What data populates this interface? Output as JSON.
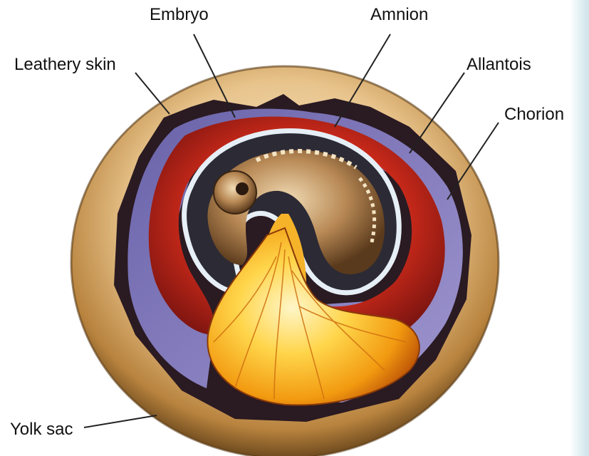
{
  "labels": {
    "embryo": "Embryo",
    "amnion": "Amnion",
    "leathery_skin": "Leathery skin",
    "allantois": "Allantois",
    "chorion": "Chorion",
    "yolk_sac": "Yolk sac"
  },
  "colors": {
    "shell": "#c99a5c",
    "shell_light": "#f6e6c8",
    "cavity": "#2a1a22",
    "chorion": "#8f86c4",
    "allantois": "#c4281c",
    "amnion_membrane": "#dce6f0",
    "embryo": "#9b7244",
    "yolk": "#f7b21a",
    "label_text": "#111111",
    "leader_line": "#222222"
  }
}
